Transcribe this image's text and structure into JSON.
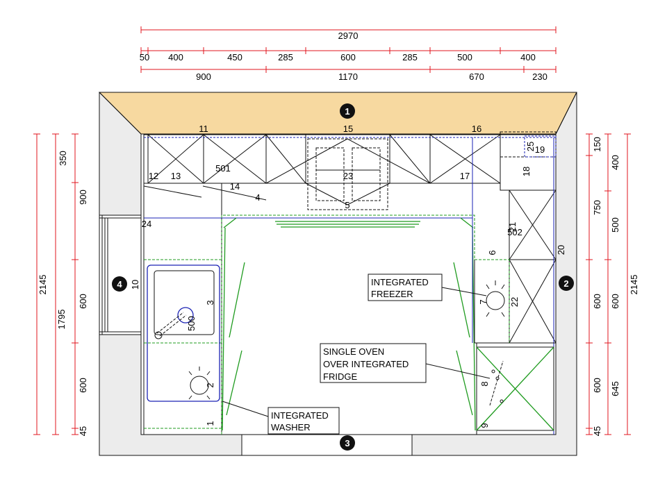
{
  "dimensions": {
    "top_total": "2970",
    "top_row1": [
      "50",
      "400",
      "450",
      "285",
      "600",
      "285",
      "500",
      "400"
    ],
    "top_row2": [
      "900",
      "1170",
      "670",
      "230"
    ],
    "left_outer": "2145",
    "left_mid": "1795",
    "left_inner": [
      "350",
      "900",
      "600",
      "600",
      "45"
    ],
    "right_inner": [
      "150",
      "750",
      "600",
      "600",
      "45"
    ],
    "right_mid": [
      "400",
      "500",
      "600",
      "645"
    ],
    "right_outer": "2145"
  },
  "walls": [
    "1",
    "2",
    "3",
    "4"
  ],
  "unit_numbers": [
    "11",
    "15",
    "16",
    "12",
    "13",
    "501",
    "14",
    "4",
    "23",
    "5",
    "17",
    "18",
    "25",
    "19",
    "24",
    "21",
    "502",
    "6",
    "20",
    "10",
    "3",
    "500",
    "7",
    "22",
    "2",
    "8",
    "1",
    "9"
  ],
  "callouts": {
    "freezer": [
      "INTEGRATED",
      "FREEZER"
    ],
    "oven": [
      "SINGLE OVEN",
      "OVER INTEGRATED",
      "FRIDGE"
    ],
    "washer": [
      "INTEGRATED",
      "WASHER"
    ]
  },
  "colors": {
    "dimension_line": "#e0141e",
    "wall_fill": "#ececec",
    "back_wall": "#f7d9a0",
    "appliance_blue": "#1a22b4",
    "door_swing_green": "#1f9b1f"
  }
}
